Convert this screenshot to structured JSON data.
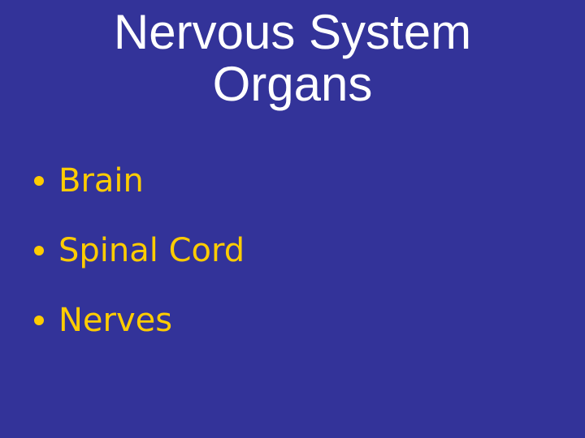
{
  "slide": {
    "title_line1": "Nervous System",
    "title_line2": "Organs",
    "bullets": [
      {
        "text": "Brain"
      },
      {
        "text": "Spinal Cord"
      },
      {
        "text": "Nerves"
      }
    ]
  },
  "colors": {
    "background": "#333399",
    "title": "#ffffff",
    "bullet_text": "#ffcc00"
  }
}
